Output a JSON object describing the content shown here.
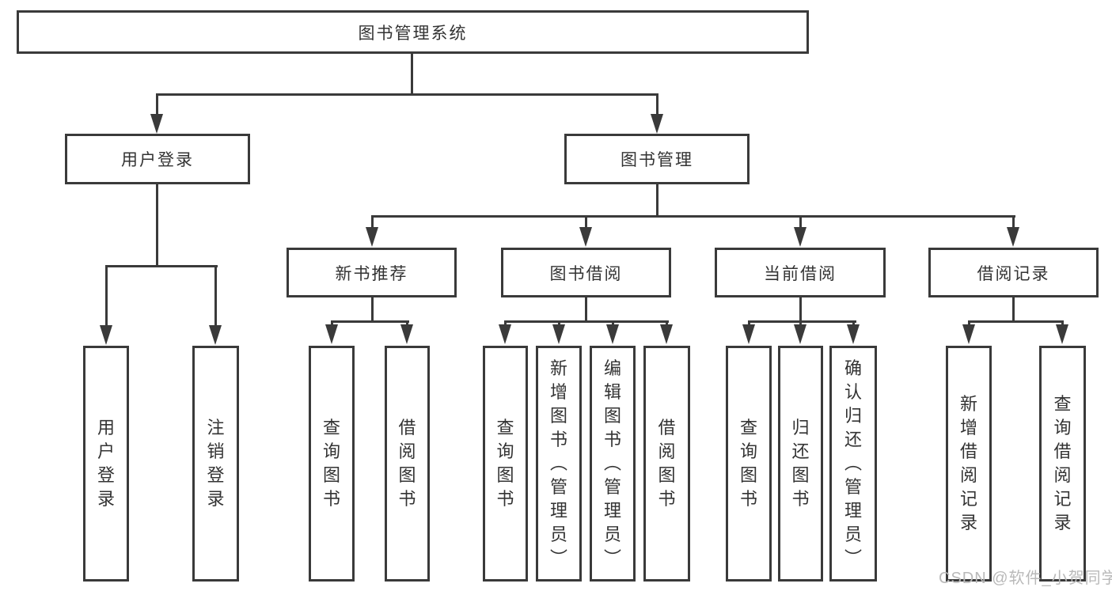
{
  "diagram": {
    "title": "图书管理系统",
    "accent_color": "#3a3a3a",
    "watermark": "CSDN @软件_小贺同学",
    "nodes": {
      "root": "图书管理系统",
      "user_login": "用户登录",
      "book_mgmt": "图书管理",
      "new_book_rec": "新书推荐",
      "book_borrow": "图书借阅",
      "current_borrow": "当前借阅",
      "borrow_record": "借阅记录",
      "leaf_user_login": "用户登录",
      "leaf_logout": "注销登录",
      "leaf_query_book_rec": "查询图书",
      "leaf_borrow_book_rec": "借阅图书",
      "leaf_query_book_borrow": "查询图书",
      "leaf_add_book_admin": "新增图书（管理员）",
      "leaf_edit_book_admin": "编辑图书（管理员）",
      "leaf_borrow_book_borrow": "借阅图书",
      "leaf_query_book_current": "查询图书",
      "leaf_return_book": "归还图书",
      "leaf_confirm_return_admin": "确认归还（管理员）",
      "leaf_add_borrow_record": "新增借阅记录",
      "leaf_query_borrow_record": "查询借阅记录"
    }
  }
}
